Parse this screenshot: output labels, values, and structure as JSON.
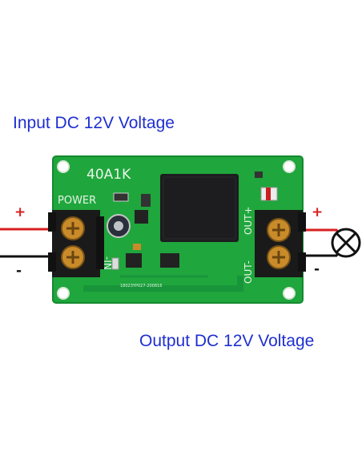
{
  "captions": {
    "input": "Input DC 12V Voltage",
    "output": "Output DC 12V Voltage"
  },
  "board": {
    "model": "40A1K",
    "power_label": "POWER",
    "in_minus": "-IN",
    "out_plus": "OUT+",
    "out_minus": "OUT-",
    "serial": "18023YP027-200816"
  },
  "wires": {
    "input_plus": "+",
    "input_minus": "-",
    "output_plus": "+",
    "output_minus": "-"
  },
  "icons": {
    "load": "lamp-icon"
  },
  "colors": {
    "caption": "#1f2fcf",
    "pcb": "#1fa63c",
    "wire_positive": "#d82020",
    "wire_negative": "#111111",
    "relay": "#1d1d1f",
    "terminal": "#1a1a1a",
    "screw": "#c98b2a"
  }
}
